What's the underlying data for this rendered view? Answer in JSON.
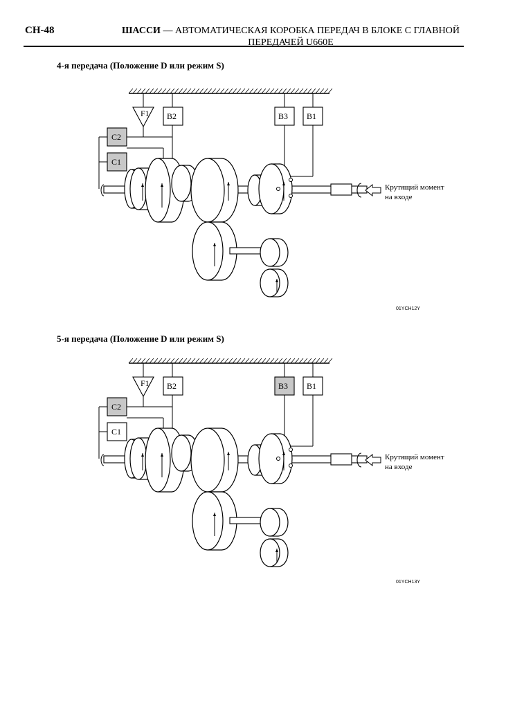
{
  "header": {
    "page_code": "CH-48",
    "title_bold": "ШАССИ",
    "title_rest": " — АВТОМАТИЧЕСКАЯ КОРОБКА ПЕРЕДАЧ В БЛОКЕ С ГЛАВНОЙ ПЕРЕДАЧЕЙ U660E"
  },
  "sections": [
    {
      "title": "4-я передача (Положение D или режим S)",
      "labels": {
        "f1": "F1",
        "b2": "B2",
        "b3": "B3",
        "b1": "B1",
        "c2": "C2",
        "c1": "C1"
      },
      "engaged": [
        "C2",
        "C1"
      ],
      "torque_label_line1": "Крутящий момент",
      "torque_label_line2": "на входе",
      "code": "01YCH12Y"
    },
    {
      "title": "5-я передача (Положение D или режим S)",
      "labels": {
        "f1": "F1",
        "b2": "B2",
        "b3": "B3",
        "b1": "B1",
        "c2": "C2",
        "c1": "C1"
      },
      "engaged": [
        "C2",
        "B3"
      ],
      "torque_label_line1": "Крутящий момент",
      "torque_label_line2": "на входе",
      "code": "01YCH13Y"
    }
  ],
  "colors": {
    "engaged_fill": "#c8c8c8",
    "line": "#000000",
    "background": "#ffffff"
  }
}
